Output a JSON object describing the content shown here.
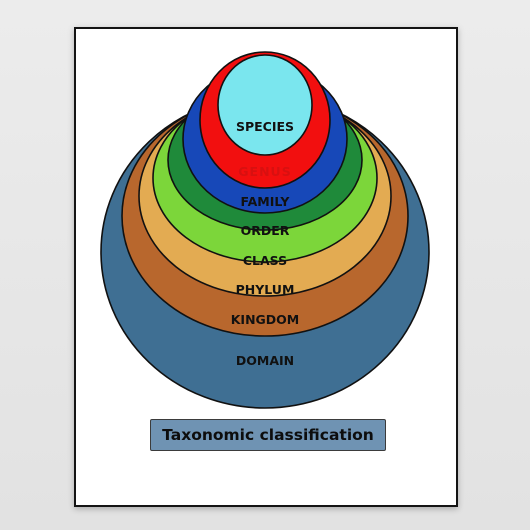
{
  "title": "Taxonomic classification",
  "levels": [
    {
      "key": "domain",
      "label": "DOMAIN",
      "fill": "#3f6f93",
      "text_color": "#111111"
    },
    {
      "key": "kingdom",
      "label": "KINGDOM",
      "fill": "#b8672d",
      "text_color": "#111111"
    },
    {
      "key": "phylum",
      "label": "PHYLUM",
      "fill": "#e3ab52",
      "text_color": "#111111"
    },
    {
      "key": "class",
      "label": "CLASS",
      "fill": "#7cd63a",
      "text_color": "#111111"
    },
    {
      "key": "order",
      "label": "ORDER",
      "fill": "#1f8a3a",
      "text_color": "#111111"
    },
    {
      "key": "family",
      "label": "FAMILY",
      "fill": "#1748b8",
      "text_color": "#111111"
    },
    {
      "key": "genus",
      "label": "GENUS",
      "fill": "#f20f0f",
      "text_color": "#d81010"
    },
    {
      "key": "species",
      "label": "SPECIES",
      "fill": "#7ae6ee",
      "text_color": "#111111"
    }
  ]
}
